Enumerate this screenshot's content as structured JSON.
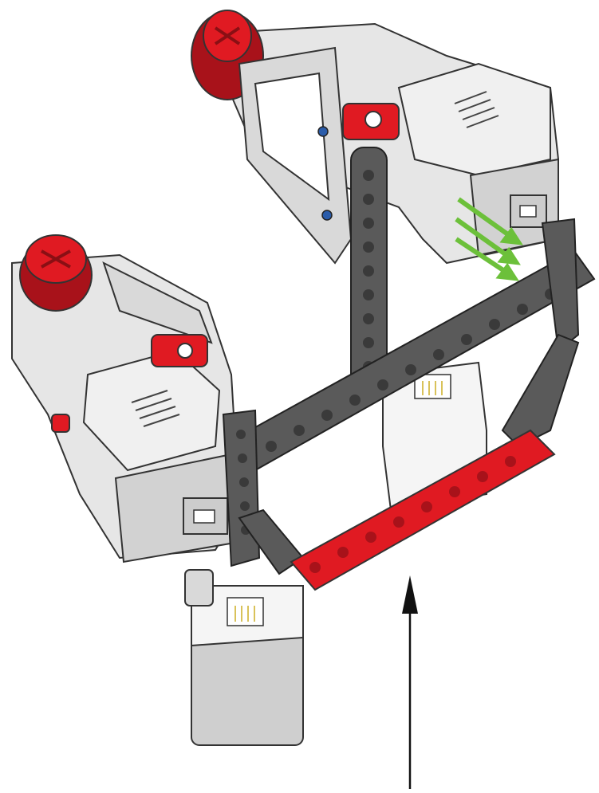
{
  "colors": {
    "background": "#ffffff",
    "motor_light": "#e6e6e6",
    "motor_mid": "#cfcfcf",
    "motor_shade": "#b5b5b5",
    "outline": "#333333",
    "beam_dark": "#5a5a5a",
    "beam_hole": "#3a3a3a",
    "red": "#e01a22",
    "red_dark": "#a8121a",
    "blue": "#2a5caa",
    "green_arrow": "#6cc03a",
    "arrow": "#111111",
    "sensor_white": "#f5f5f5",
    "contacts": "#d9c25a"
  },
  "parts": {
    "motors": [
      {
        "name": "upper-large-motor",
        "hub_color": "red"
      },
      {
        "name": "lower-large-motor",
        "hub_color": "red"
      }
    ],
    "frame": "dark-gray-beam-frame",
    "red_beam": "red-liftarm",
    "sensors": [
      "upper-sensor",
      "lower-sensor"
    ],
    "insert_arrows": 3,
    "direction_arrow": "up"
  }
}
